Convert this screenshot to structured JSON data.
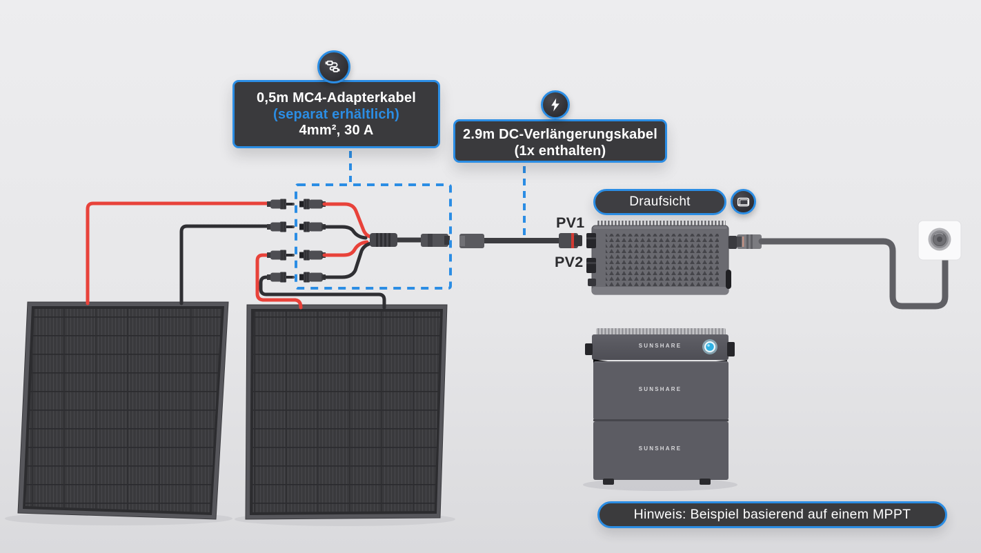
{
  "colors": {
    "accent": "#2b8de4",
    "cable_red": "#e8423a",
    "cable_black": "#2f2f33",
    "dc_cable_gray": "#5f5f64",
    "panel_dark": "#3a3a3d",
    "device_gray": "#6a6a70",
    "background": "#e8e8ea",
    "led_cyan": "#2fb1e3"
  },
  "callouts": {
    "adapter_cable": {
      "icon": "cable-adapter-icon",
      "line1": "0,5m MC4-Adapterkabel",
      "line2": "(separat erhältlich)",
      "line3": "4mm², 30 A"
    },
    "extension_cable": {
      "icon": "lightning-icon",
      "line1": "2.9m DC-Verlängerungskabel",
      "line2": "(1x enthalten)"
    },
    "top_view": {
      "icon": "top-view-icon",
      "label": "Draufsicht"
    },
    "note": {
      "label": "Hinweis: Beispiel basierend auf einem MPPT"
    }
  },
  "ports": {
    "pv1": "PV1",
    "pv2": "PV2"
  },
  "brand": {
    "name": "SUNSHARE"
  }
}
